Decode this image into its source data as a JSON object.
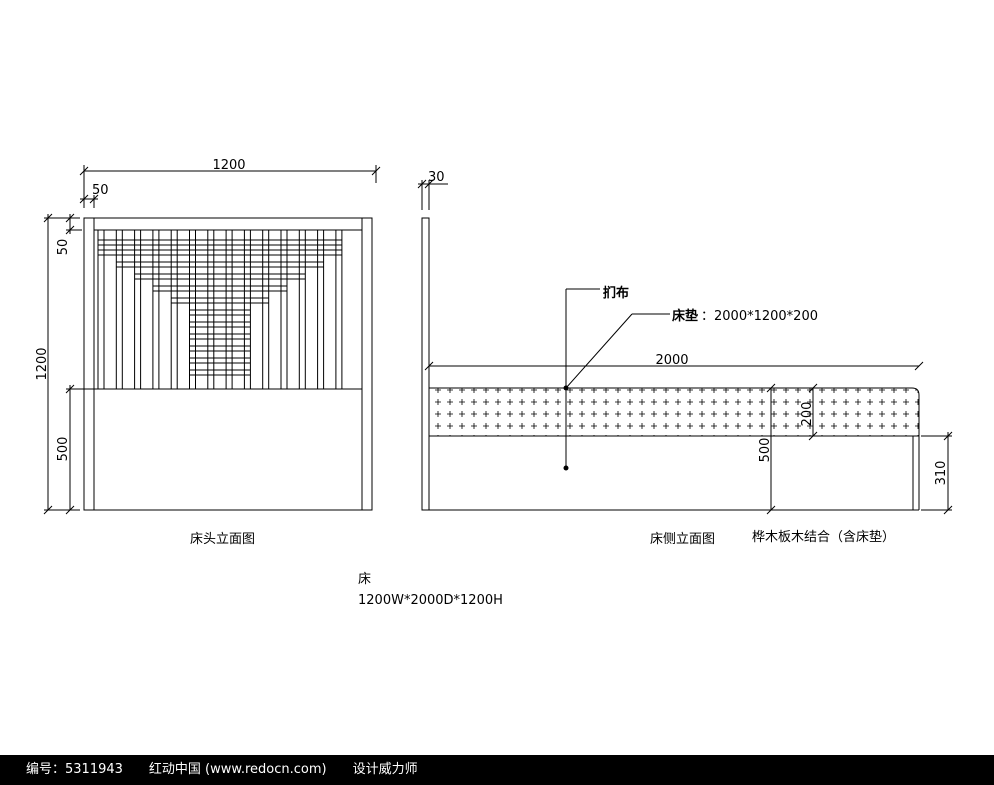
{
  "headboard": {
    "title": "床头立面图",
    "dim_width": "1200",
    "dim_post": "50",
    "dim_height": "1200",
    "dim_top": "50",
    "dim_lower": "500"
  },
  "side": {
    "title": "床侧立面图",
    "dim_post": "30",
    "dim_length": "2000",
    "dim_mattress": "200",
    "dim_frame": "500",
    "dim_foot": "310",
    "label_fabric": "扪布",
    "label_mattress_name": "床垫",
    "label_mattress_size": "：2000*1200*200",
    "material": "桦木板木结合（含床垫）"
  },
  "product": {
    "name": "床",
    "size": "1200W*2000D*1200H"
  },
  "footer": {
    "id_text": "编号：5311943",
    "site_text": "红动中国 (www.redocn.com)",
    "author_text": "设计威力师"
  }
}
